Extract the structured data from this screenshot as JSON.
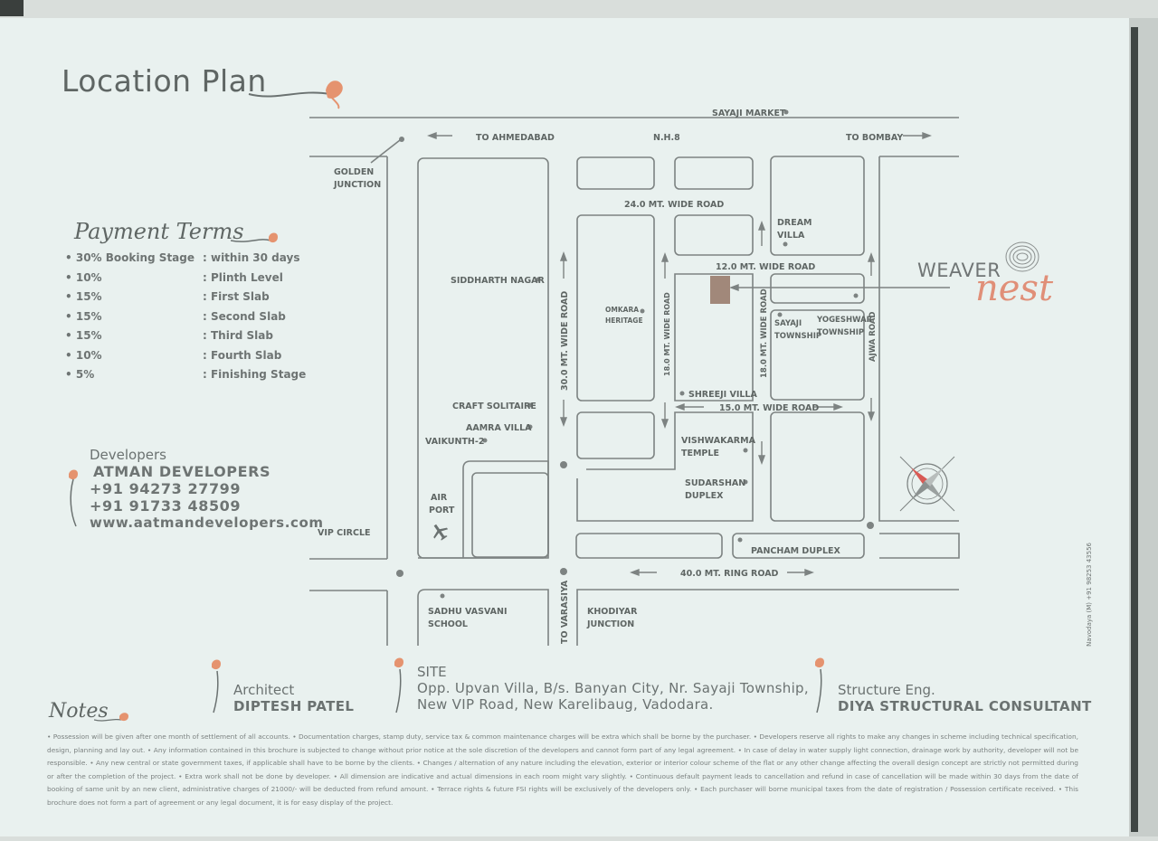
{
  "heading": "Location Plan",
  "payment": {
    "title": "Payment Terms",
    "rows": [
      {
        "pct": "30% Booking Stage",
        "stage": "within 30 days"
      },
      {
        "pct": "10%",
        "stage": "Plinth Level"
      },
      {
        "pct": "15%",
        "stage": "First Slab"
      },
      {
        "pct": "15%",
        "stage": "Second Slab"
      },
      {
        "pct": "15%",
        "stage": "Third Slab"
      },
      {
        "pct": "10%",
        "stage": "Fourth Slab"
      },
      {
        "pct": "5%",
        "stage": "Finishing Stage"
      }
    ]
  },
  "developers": {
    "label": "Developers",
    "name": "ATMAN DEVELOPERS",
    "phone1": "+91 94273 27799",
    "phone2": "+91 91733 48509",
    "website": "www.aatmandevelopers.com"
  },
  "architect": {
    "role": "Architect",
    "name": "DIPTESH PATEL"
  },
  "site": {
    "role": "SITE",
    "line1": "Opp. Upvan Villa, B/s. Banyan City, Nr. Sayaji Township,",
    "line2": "New VIP Road, New Karelibaug, Vadodara."
  },
  "structure": {
    "role": "Structure Eng.",
    "name": "DIYA STRUCTURAL CONSULTANT"
  },
  "brand": {
    "word1": "WEAVER",
    "word2": "nest"
  },
  "side_credit": "Navodaya (M) +91 98253 43556",
  "map": {
    "labels": {
      "sayaji_market": "SAYAJI MARKET",
      "to_ahmedabad": "TO AHMEDABAD",
      "nh8": "N.H.8",
      "to_bombay": "TO BOMBAY",
      "golden": "GOLDEN",
      "junction": "JUNCTION",
      "road_24": "24.0 MT. WIDE ROAD",
      "dream": "DREAM",
      "villa": "VILLA",
      "road_12": "12.0 MT. WIDE ROAD",
      "siddharth": "SIDDHARTH NAGAR",
      "omkara": "OMKARA",
      "heritage": "HERITAGE",
      "sayaji": "SAYAJI",
      "township": "TOWNSHIP",
      "yogeshwar": "YOGESHWAR",
      "township2": "TOWNSHIP",
      "road_30": "30.0 MT. WIDE ROAD",
      "road_18a": "18.0 MT. WIDE ROAD",
      "road_18b": "18.0 MT. WIDE ROAD",
      "ajwa": "AJWA ROAD",
      "shreeji": "SHREEJI VILLA",
      "road_15": "15.0 MT. WIDE ROAD",
      "craft": "CRAFT SOLITAIRE",
      "aamra": "AAMRA VILLA",
      "vaikunth": "VAIKUNTH-2",
      "vishwakarma": "VISHWAKARMA",
      "temple": "TEMPLE",
      "sudarshan": "SUDARSHAN",
      "duplex": "DUPLEX",
      "air": "AIR",
      "port": "PORT",
      "vip_circle": "VIP CIRCLE",
      "pancham": "PANCHAM DUPLEX",
      "road_40": "40.0 MT. RING ROAD",
      "sadhu": "SADHU VASVANI",
      "school": "SCHOOL",
      "to_varasiya": "TO VARASIYA",
      "khodiyar": "KHODIYAR",
      "khodiyar_junction": "JUNCTION"
    },
    "road_color": "#7d8382",
    "site_color": "#a1887a",
    "accent": "#e08f78"
  },
  "notes": {
    "title": "Notes",
    "text": "• Possession will be given after one month of settlement of all accounts. • Documentation charges, stamp duty, service tax & common maintenance charges will be extra which shall be borne by the purchaser. • Developers reserve all rights to make any changes in scheme including technical specification, design, planning and lay out. • Any information contained in this brochure is subjected to change without prior notice at the sole discretion of the developers and cannot form part of any legal agreement. • In case of delay in water supply light connection, drainage work by authority, developer will not be responsible. • Any new central or state government taxes, if applicable shall have to be borne by the clients. • Changes / alternation of any nature including the elevation, exterior or interior colour scheme of the flat or any other change affecting the overall design concept are strictly not permitted during or after the completion of the project. • Extra work shall not be done by developer. • All dimension are indicative and actual dimensions in each room might vary slightly. • Continuous default payment leads to cancellation and refund in case of cancellation will be made within 30 days from the date of booking of same unit by an new client, administrative charges of 21000/- will be deducted from refund amount. • Terrace rights & future FSI rights will be exclusively of the developers only. • Each purchaser will borne municipal taxes from the date of registration / Possession certificate received. • This brochure does not form a part of agreement or any legal document, it is for easy display of the project."
  }
}
